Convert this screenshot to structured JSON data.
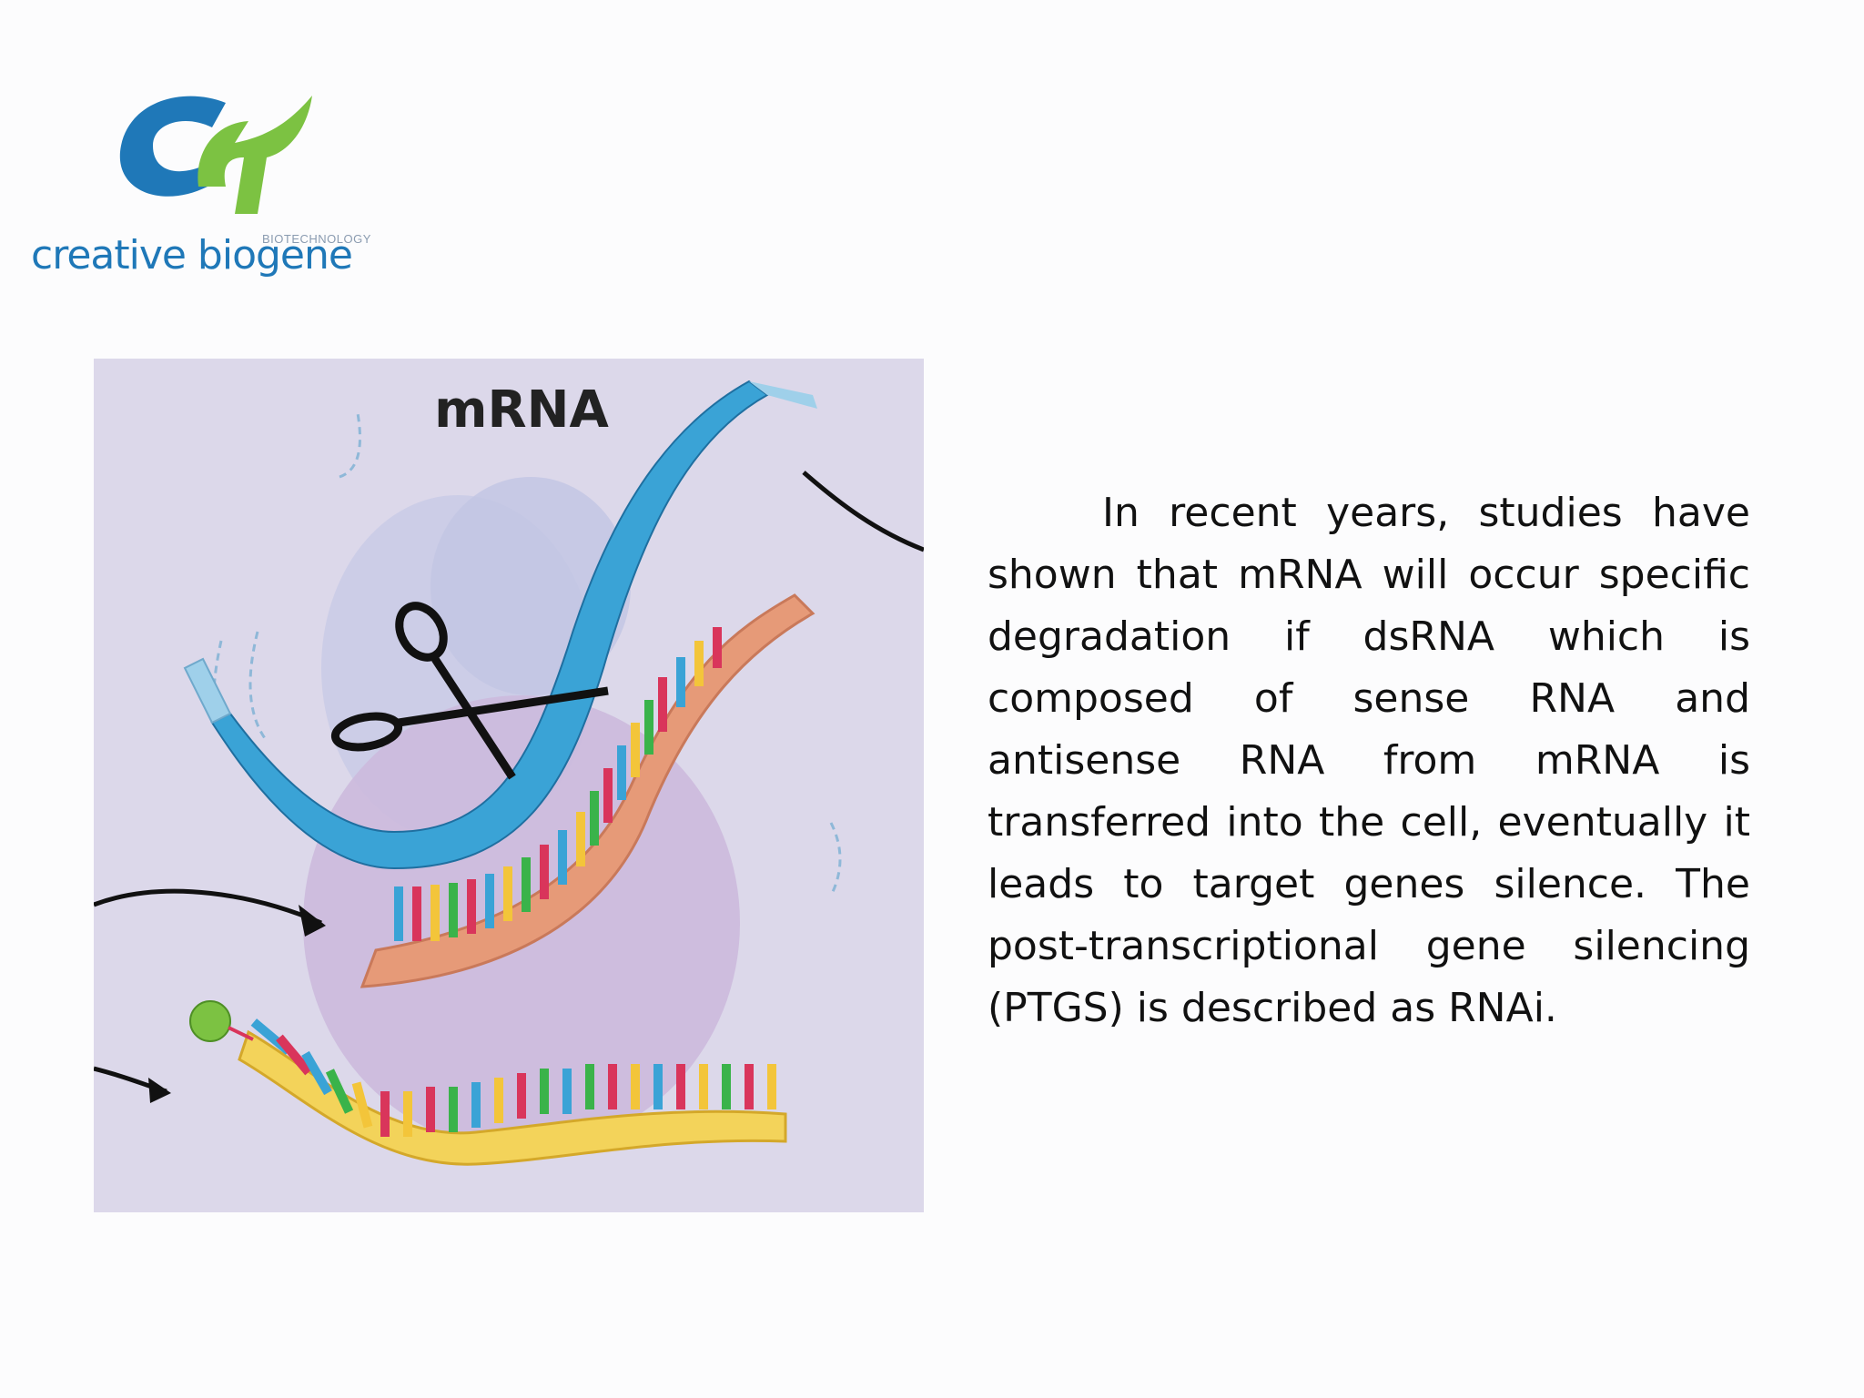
{
  "logo": {
    "brand_name": "creative biogene",
    "tagline": "BIOTECHNOLOGY",
    "colors": {
      "blue": "#1f78b8",
      "green": "#7cc242"
    }
  },
  "figure": {
    "label": "mRNA",
    "icons": [
      "scissors-icon",
      "arrow-icon"
    ],
    "colors": {
      "background": "#dcd8ea",
      "strand_blue": "#3aa3d6",
      "strand_orange": "#e69a78",
      "strand_yellow": "#f3d35a"
    }
  },
  "paragraph": "In recent years, studies have shown that mRNA will occur specific degradation if dsRNA which is composed of sense RNA and antisense RNA from mRNA is transferred into the cell, eventually it leads to target genes silence. The post-transcriptional gene silencing (PTGS) is described as RNAi."
}
